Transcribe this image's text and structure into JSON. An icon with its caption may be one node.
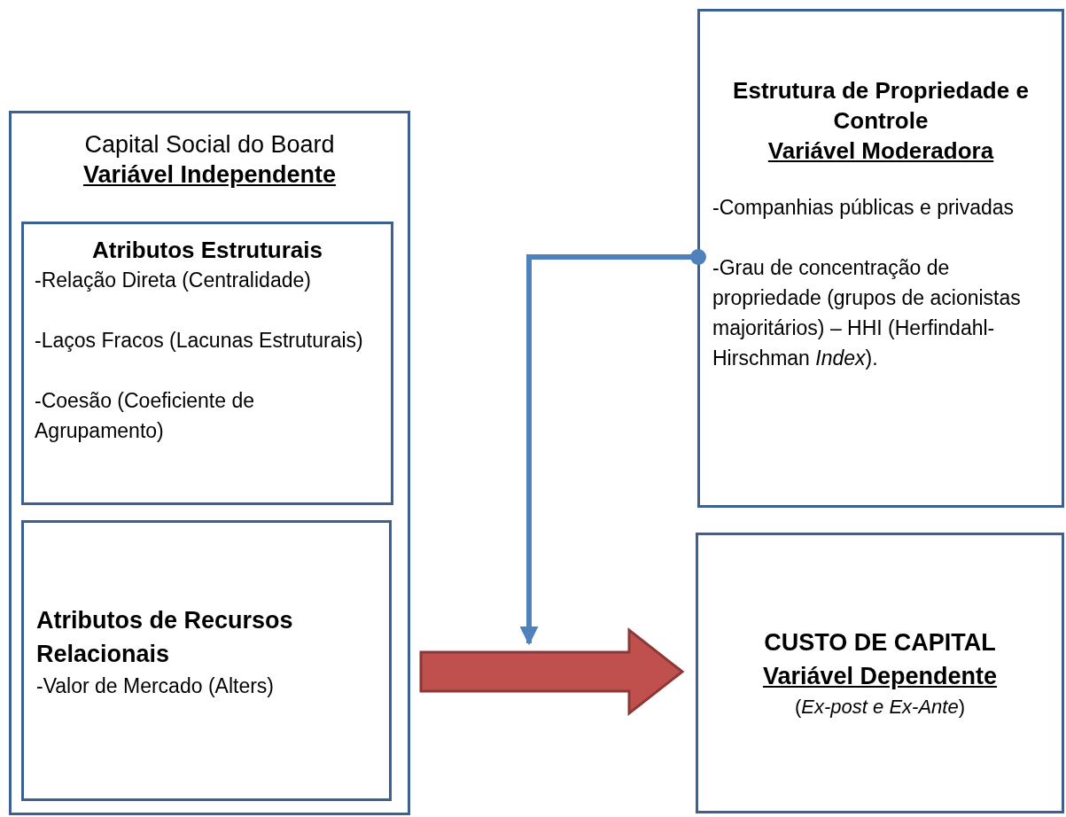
{
  "diagram": {
    "nodes": [
      {
        "text": [
          "Capital Social do Board",
          "Variável Independente"
        ]
      },
      {
        "text": [
          "Atributos Estruturais",
          "-Relação Direta (Centralidade)",
          "-Laços Fracos (Lacunas Estruturais)",
          "-Coesão (Coeficiente de Agrupamento)"
        ],
        "in": 0
      },
      {
        "text": [
          "Atributos de Recursos Relacionais",
          "-Valor de Mercado (Alters)"
        ],
        "in": 0
      },
      {
        "text": [
          "Estrutura de Propriedade e Controle",
          "Variável Moderadora",
          "-Companhias públicas e privadas",
          "-Grau de concentração de propriedade (grupos de acionistas majoritários) – HHI (Herfindahl-Hirschman *Index*)."
        ]
      },
      {
        "text": [
          "CUSTO DE CAPITAL",
          "Variável Dependente",
          "(*Ex-post e Ex-Ante*)"
        ]
      }
    ],
    "edges": [
      {
        "from": 0,
        "to": 4,
        "arrow": "to",
        "style": "thick",
        "color": "#c0504d"
      },
      {
        "from": 3,
        "to": null,
        "arrow": "to",
        "color": "#4f81bd"
      }
    ]
  }
}
